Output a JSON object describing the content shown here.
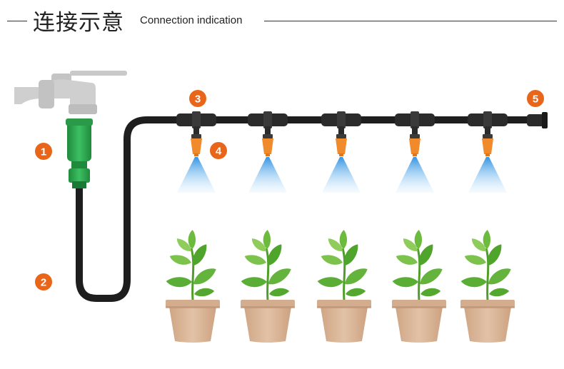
{
  "header": {
    "title_zh": "连接示意",
    "title_en": "Connection indication"
  },
  "markers": [
    "1",
    "2",
    "3",
    "4",
    "5"
  ],
  "nozzle_count": 5,
  "plant_count": 5,
  "colors": {
    "marker": "#e8651a",
    "connector_green": "#2ea44f",
    "hose": "#1e1e1e",
    "nozzle_orange": "#f08a2b",
    "spray_blue": "#3aa0e8",
    "pot": "#d9b597",
    "leaf": "#63b33c",
    "faucet": "#c8c8c8"
  },
  "icons": [
    "faucet-icon",
    "quick-connector-icon",
    "tee-connector-icon",
    "mist-nozzle-icon",
    "end-plug-icon",
    "potted-plant-icon"
  ]
}
